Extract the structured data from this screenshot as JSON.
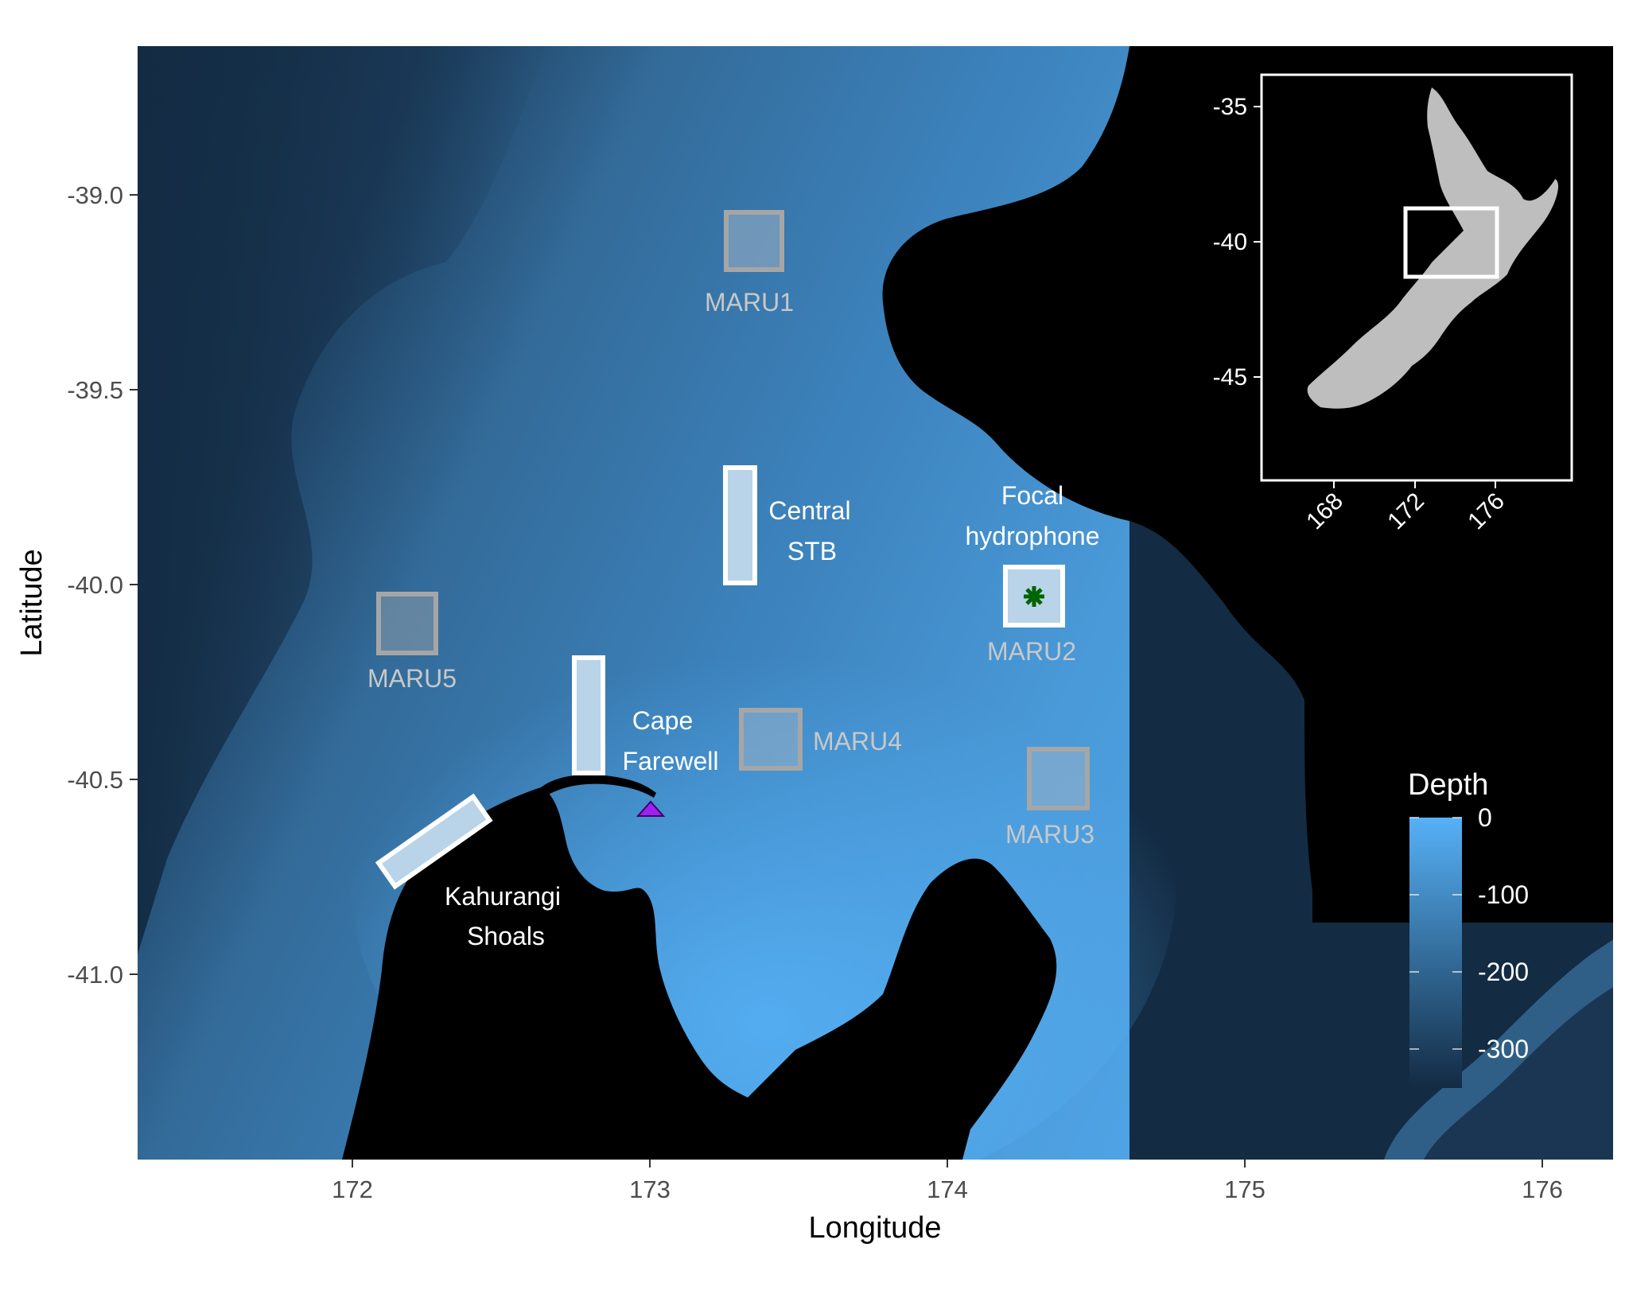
{
  "axes": {
    "x_title": "Longitude",
    "y_title": "Latitude",
    "x_ticks": [
      "172",
      "173",
      "174",
      "175",
      "176"
    ],
    "y_ticks": [
      "-39.0",
      "-39.5",
      "-40.0",
      "-40.5",
      "-41.0"
    ]
  },
  "legend": {
    "title": "Depth",
    "labels": [
      "0",
      "-100",
      "-200",
      "-300"
    ],
    "color_shallow": "#56B1F7",
    "color_deep": "#132B43"
  },
  "sites": {
    "maru1": "MARU1",
    "maru2": "MARU2",
    "maru3": "MARU3",
    "maru4": "MARU4",
    "maru5": "MARU5",
    "central_stb": [
      "Central",
      "STB"
    ],
    "cape_farewell": [
      "Cape",
      "Farewell"
    ],
    "kahurangi": [
      "Kahurangi",
      "Shoals"
    ],
    "focal": [
      "Focal",
      "hydrophone"
    ]
  },
  "inset": {
    "y_ticks": [
      "-35",
      "-40",
      "-45"
    ],
    "x_ticks": [
      "168",
      "172",
      "176"
    ]
  },
  "colors": {
    "land": "#000000",
    "inset_land": "#bebebe",
    "marker_triangle": "#a020f0",
    "focal_marker": "#006400"
  }
}
